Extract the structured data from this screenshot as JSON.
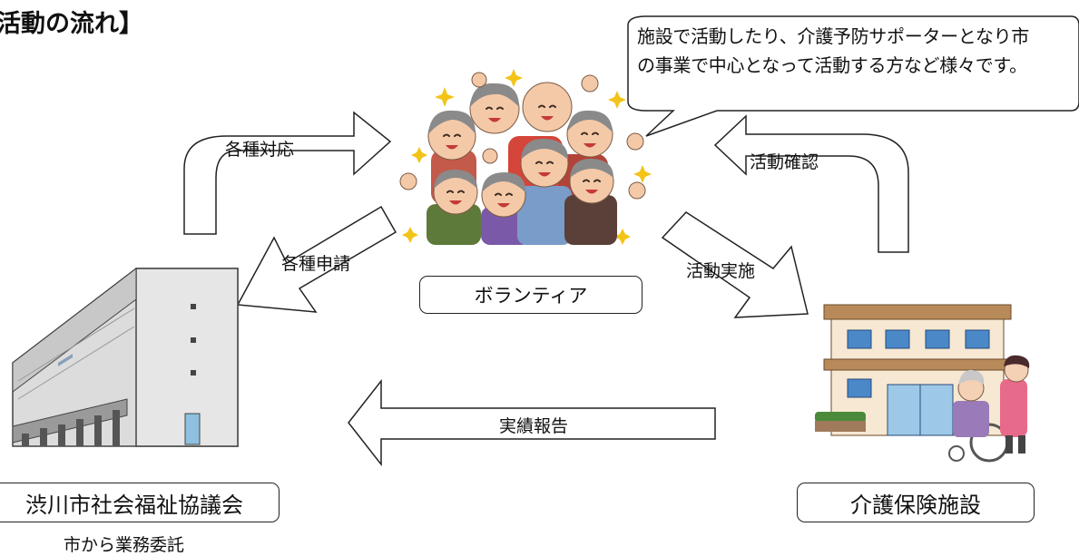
{
  "title": "活動の流れ】",
  "speech_bubble": {
    "text_line1": "施設で活動したり、介護予防サポーターとなり市",
    "text_line2": "の事業で中心となって活動する方など様々です。"
  },
  "nodes": {
    "volunteer": {
      "label": "ボランティア"
    },
    "council": {
      "label": "渋川市社会福祉協議会",
      "note": "市から業務委託"
    },
    "facility": {
      "label": "介護保険施設"
    }
  },
  "arrows": {
    "various_support": "各種対応",
    "various_application": "各種申請",
    "activity_confirmation": "活動確認",
    "activity_execution": "活動実施",
    "performance_report": "実績報告"
  }
}
